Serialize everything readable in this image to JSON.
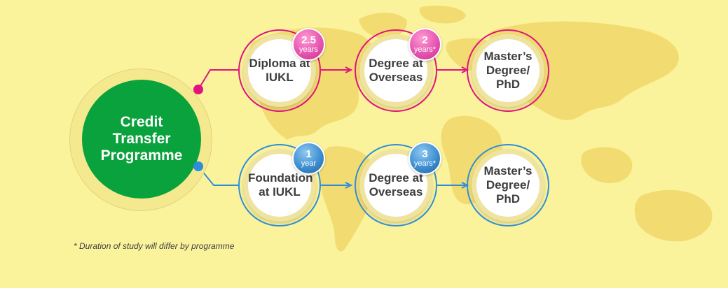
{
  "hub": {
    "label": "Credit Transfer Programme",
    "color": "#0aa23c"
  },
  "pathways": [
    {
      "color": "#e0137f",
      "steps": [
        {
          "label": "Diploma at IUKL",
          "duration": "2.5",
          "unit": "years"
        },
        {
          "label": "Degree at Overseas",
          "duration": "2",
          "unit": "years*"
        },
        {
          "label": "Master’s Degree/ PhD"
        }
      ]
    },
    {
      "color": "#2d8fdc",
      "steps": [
        {
          "label": "Foundation at IUKL",
          "duration": "1",
          "unit": "year"
        },
        {
          "label": "Degree at Overseas",
          "duration": "3",
          "unit": "years*"
        },
        {
          "label": "Master’s Degree/ PhD"
        }
      ]
    }
  ],
  "footnote": "* Duration of study will differ by programme",
  "colors": {
    "background": "#fbf39c",
    "map": "#f2dc72"
  }
}
